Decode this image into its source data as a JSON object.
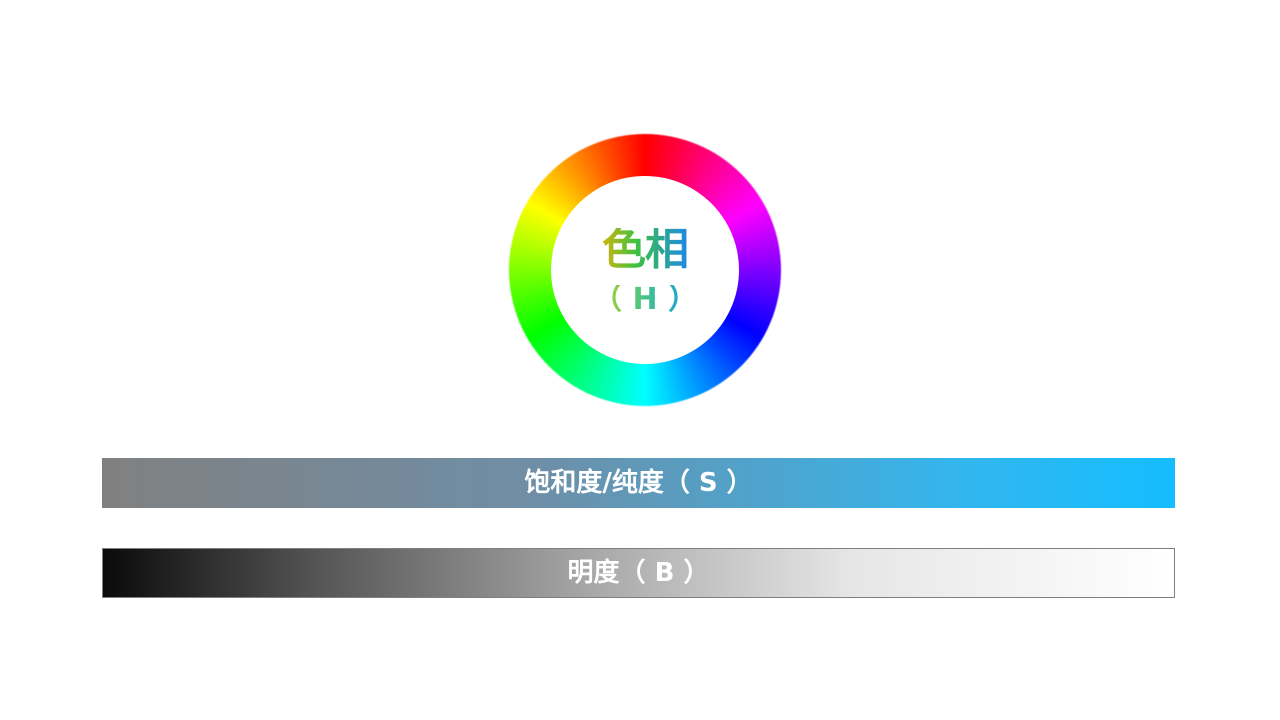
{
  "hue": {
    "title": "色相",
    "subtitle": "（ H ）"
  },
  "saturation": {
    "label": "饱和度/纯度（ S ）"
  },
  "brightness": {
    "label": "明度（ B ）"
  },
  "colors": {
    "hue_wheel": [
      "#ff0000",
      "#ff00ff",
      "#0000ff",
      "#00ffff",
      "#00ff00",
      "#ffff00"
    ],
    "saturation_start": "#808080",
    "saturation_end": "#14bdff",
    "brightness_start": "#0a0a0a",
    "brightness_end": "#ffffff"
  }
}
